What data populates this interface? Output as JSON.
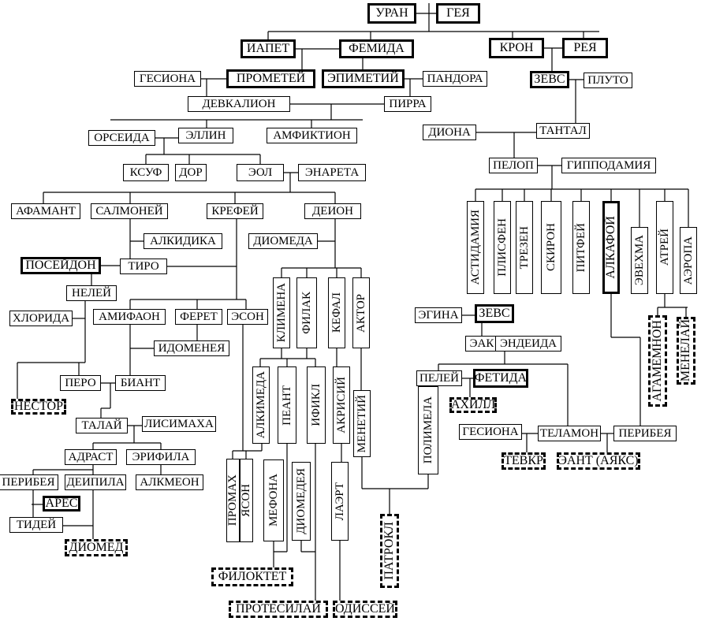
{
  "people": {
    "uran": "УРАН",
    "geya": "ГЕЯ",
    "iapet": "ИАПЕТ",
    "femida": "ФЕМИДА",
    "kron": "КРОН",
    "reya": "РЕЯ",
    "gesiona1": "ГЕСИОНА",
    "prometey": "ПРОМЕТЕЙ",
    "epimetiy": "ЭПИМЕТИЙ",
    "pandora": "ПАНДОРА",
    "zevs1": "ЗЕВС",
    "pluto": "ПЛУТО",
    "devkalion": "ДЕВКАЛИОН",
    "pirra": "ПИРРА",
    "orseida": "ОРСЕИДА",
    "ellin": "ЭЛЛИН",
    "amfiktion": "АМФИКТИОН",
    "diona": "ДИОНА",
    "tantal": "ТАНТАЛ",
    "ksuf": "КСУФ",
    "dor": "ДОР",
    "eol": "ЭОЛ",
    "enareta": "ЭНАРЕТА",
    "pelop": "ПЕЛОП",
    "gippodamiya": "ГИППОДАМИЯ",
    "afamant": "АФАМАНТ",
    "salmoney": "САЛМОНЕЙ",
    "krefey": "КРЕФЕЙ",
    "deion": "ДЕИОН",
    "alkidika": "АЛКИДИКА",
    "diomeda": "ДИОМЕДА",
    "poseydon": "ПОСЕЙДОН",
    "tiro": "ТИРО",
    "astidamiya": "АСТИДАМИЯ",
    "plisfen": "ПЛИСФЕН",
    "trezen": "ТРЕЗЕН",
    "skiron": "СКИРОН",
    "pitfey": "ПИТФЕЙ",
    "alkafoy": "АЛКАФОЙ",
    "evehma": "ЭВЕХМА",
    "atrey": "АТРЕЙ",
    "aeropa": "АЭРОПА",
    "neley": "НЕЛЕЙ",
    "klimena": "КЛИМЕНА",
    "filak": "ФИЛАК",
    "kefal": "КЕФАЛ",
    "aktor": "АКТОР",
    "hlorida": "ХЛОРИДА",
    "amifaon": "АМИФАОН",
    "feret": "ФЕРЕТ",
    "eson": "ЭСОН",
    "egina": "ЭГИНА",
    "zevs2": "ЗЕВС",
    "idomeneya": "ИДОМЕНЕЯ",
    "eak": "ЭАК",
    "endeida": "ЭНДЕИДА",
    "agamemnon": "АГАМЕМНОН",
    "menelay": "МЕНЕЛАЙ",
    "pero": "ПЕРО",
    "biant": "БИАНТ",
    "nestor": "НЕСТОР",
    "peley": "ПЕЛЕЙ",
    "fetida": "ФЕТИДА",
    "ahill": "АХИЛЛ",
    "polimela": "ПОЛИМЕЛА",
    "alkimeda": "АЛКИМЕДА",
    "peant": "ПЕАНТ",
    "ifikl": "ИФИКЛ",
    "akrisiy": "АКРИСИЙ",
    "menetiy": "МЕНЕТИЙ",
    "talay": "ТАЛАЙ",
    "lisimaha": "ЛИСИМАХА",
    "gesiona2": "ГЕСИОНА",
    "telamon": "ТЕЛАМОН",
    "peribeya2": "ПЕРИБЕЯ",
    "adrast": "АДРАСТ",
    "erifila": "ЭРИФИЛА",
    "tevkr": "ТЕВКР",
    "eant": "ЭАНТ (АЯКС)",
    "promah": "ПРОМАХ",
    "yason": "ЯСОН",
    "mefona": "МЕФОНА",
    "diomedeya": "ДИОМЕДЕЯ",
    "laert": "ЛАЭРТ",
    "patrokl": "ПАТРОКЛ",
    "peribeya1": "ПЕРИБЕЯ",
    "deipila": "ДЕИПИЛА",
    "alkmeon": "АЛКМЕОН",
    "ares": "АРЕС",
    "tidey": "ТИДЕЙ",
    "diomed": "ДИОМЕД",
    "filoktet": "ФИЛОКТЕТ",
    "protesilay": "ПРОТЕСИЛАЙ",
    "odissey": "ОДИССЕЙ"
  }
}
